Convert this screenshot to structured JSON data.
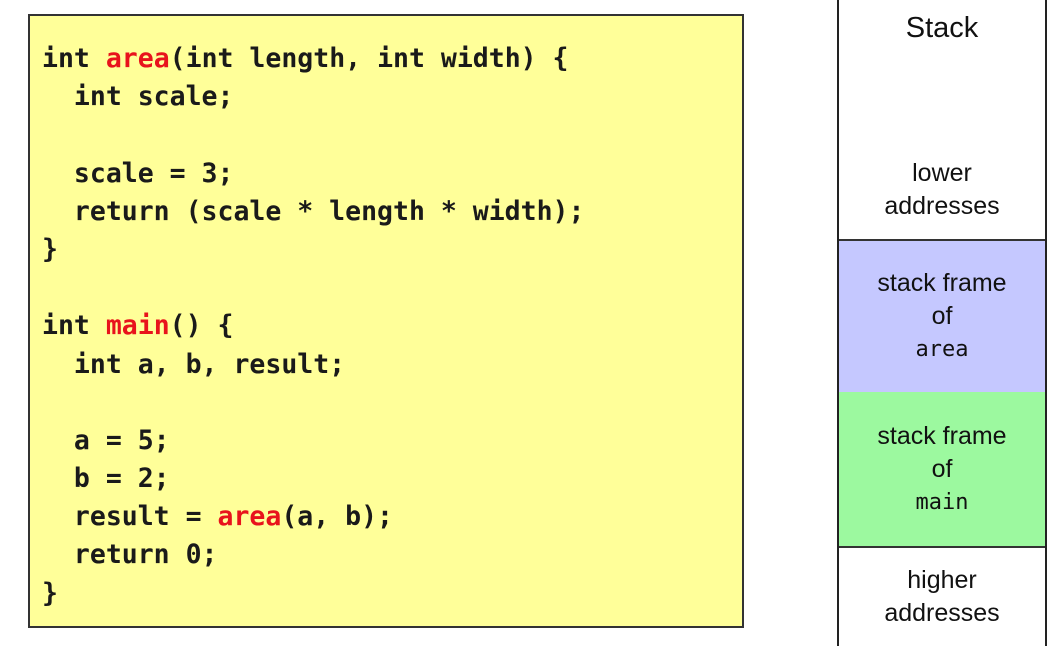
{
  "code": {
    "lines": [
      [
        {
          "t": "kw",
          "s": "int "
        },
        {
          "t": "fn",
          "s": "area"
        },
        {
          "t": "plain",
          "s": "(int length, int width) {"
        }
      ],
      [
        {
          "t": "plain",
          "s": "  int scale;"
        }
      ],
      [],
      [
        {
          "t": "plain",
          "s": "  scale = 3;"
        }
      ],
      [
        {
          "t": "plain",
          "s": "  return (scale * length * width);"
        }
      ],
      [
        {
          "t": "plain",
          "s": "}"
        }
      ],
      [],
      [
        {
          "t": "kw",
          "s": "int "
        },
        {
          "t": "fn",
          "s": "main"
        },
        {
          "t": "plain",
          "s": "() {"
        }
      ],
      [
        {
          "t": "plain",
          "s": "  int a, b, result;"
        }
      ],
      [],
      [
        {
          "t": "plain",
          "s": "  a = 5;"
        }
      ],
      [
        {
          "t": "plain",
          "s": "  b = 2;"
        }
      ],
      [
        {
          "t": "plain",
          "s": "  result = "
        },
        {
          "t": "fn",
          "s": "area"
        },
        {
          "t": "plain",
          "s": "(a, b);"
        }
      ],
      [
        {
          "t": "plain",
          "s": "  return 0;"
        }
      ],
      [
        {
          "t": "plain",
          "s": "}"
        }
      ]
    ]
  },
  "stack": {
    "title": "Stack",
    "lower": {
      "line1": "lower",
      "line2": "addresses"
    },
    "area_frame": {
      "line1": "stack frame",
      "line2": "of",
      "name": "area"
    },
    "main_frame": {
      "line1": "stack frame",
      "line2": "of",
      "name": "main"
    },
    "higher": {
      "line1": "higher",
      "line2": "addresses"
    }
  },
  "colors": {
    "code_background": "#ffff99",
    "function_name": "#e8131c",
    "area_frame": "#c5c8ff",
    "main_frame": "#9cf99f"
  }
}
